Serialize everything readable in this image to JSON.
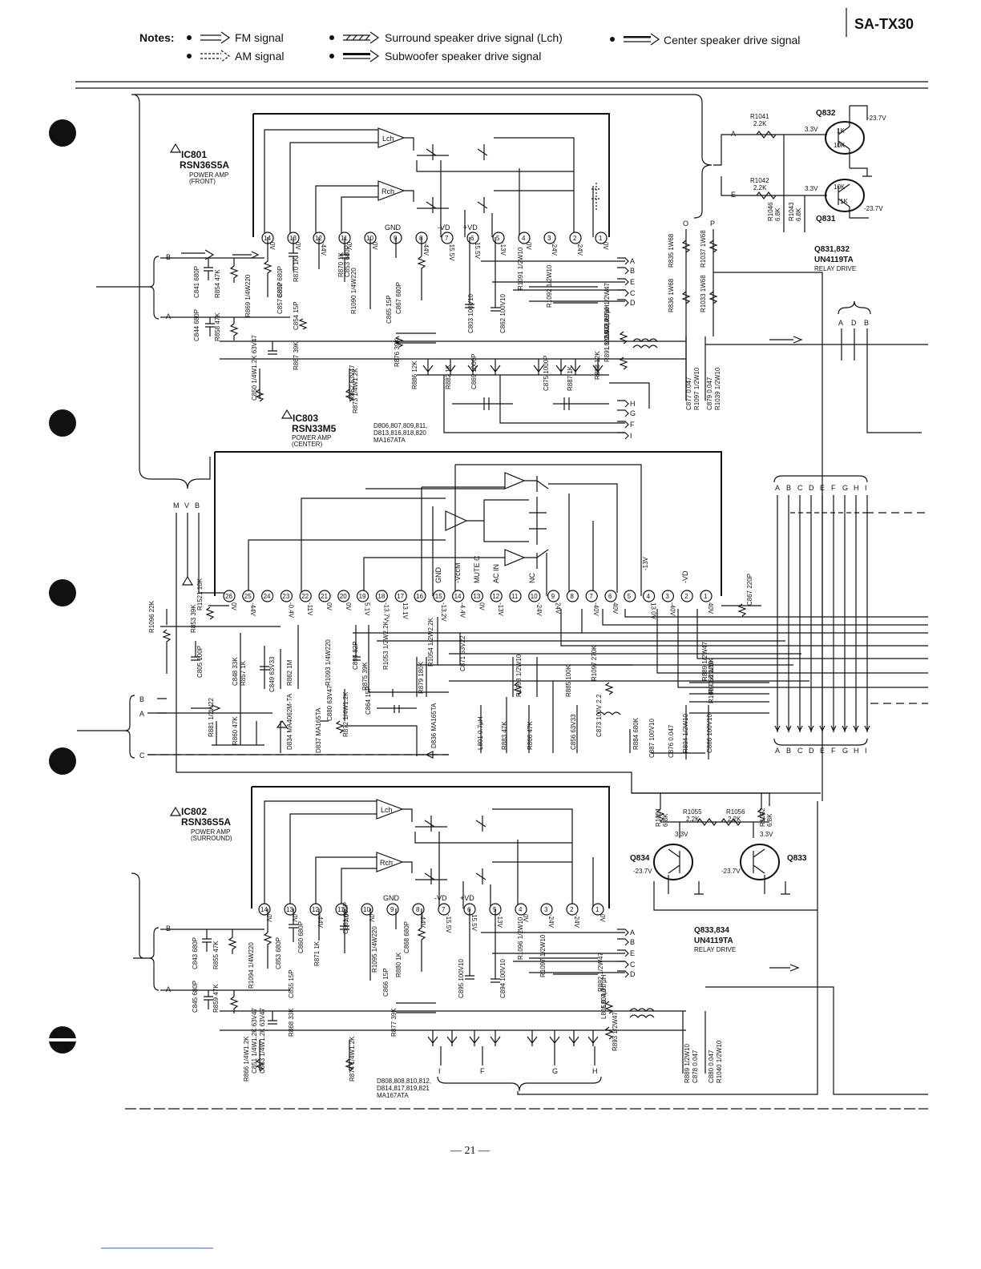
{
  "header": {
    "model": "SA-TX30",
    "notes_label": "Notes:",
    "legend": [
      "FM signal",
      "AM signal",
      "Surround speaker drive signal (Lch)",
      "Subwoofer speaker drive signal",
      "Center speaker drive signal"
    ]
  },
  "ics": [
    {
      "ref": "IC801",
      "part": "RSN36S5A",
      "role1": "POWER AMP",
      "role2": "(FRONT)"
    },
    {
      "ref": "IC803",
      "part": "RSN33M5",
      "role1": "POWER AMP",
      "role2": "(CENTER)"
    },
    {
      "ref": "IC802",
      "part": "RSN36S5A",
      "role1": "POWER AMP",
      "role2": "(SURROUND)"
    }
  ],
  "amp_labels": {
    "lch": "Lch",
    "rch": "Rch",
    "gnd": "GND",
    "vd_neg": "-VD",
    "vd_pos": "+VD"
  },
  "transistors": [
    {
      "ref": "Q832",
      "v": "-23.7V",
      "v2": "3.3V",
      "r1": "1K",
      "r2": "10K"
    },
    {
      "ref": "Q831",
      "v": "-23.7V",
      "v2": "3.3V",
      "r1": "10K",
      "r2": "1K"
    },
    {
      "ref": "Q834",
      "v": "-23.7V",
      "v2": "3.3V"
    },
    {
      "ref": "Q833",
      "v": "-23.7V",
      "v2": "3.3V"
    }
  ],
  "relay_notes": [
    {
      "title": "Q831,832",
      "part": "UN4119TA",
      "role": "RELAY DRIVE"
    },
    {
      "title": "Q833,834",
      "part": "UN4119TA",
      "role": "RELAY DRIVE"
    }
  ],
  "relay_resistors": {
    "top": [
      {
        "ref": "R1041",
        "val": "2.2K"
      },
      {
        "ref": "R1042",
        "val": "2.2K"
      },
      {
        "ref": "R1046",
        "val": "6.8K"
      },
      {
        "ref": "R1043",
        "val": "6.8K"
      }
    ],
    "bottom": [
      {
        "ref": "R1051",
        "val": "6.8K"
      },
      {
        "ref": "R1055",
        "val": "2.2K"
      },
      {
        "ref": "R1056",
        "val": "2.2K"
      },
      {
        "ref": "R1052",
        "val": "6.8K"
      }
    ]
  },
  "diode_notes": [
    [
      "D806,807,809,811,",
      "D813,816,818,820",
      "MA167ATA"
    ],
    [
      "D808,808,810,812,",
      "D814,817,819,821",
      "MA167ATA"
    ]
  ],
  "top_pins": [
    "14",
    "13",
    "12",
    "11",
    "10",
    "9",
    "8",
    "7",
    "6",
    "5",
    "4",
    "3",
    "2",
    "1"
  ],
  "center_pins": [
    "26",
    "25",
    "24",
    "23",
    "22",
    "21",
    "20",
    "19",
    "18",
    "17",
    "16",
    "15",
    "14",
    "13",
    "12",
    "11",
    "10",
    "9",
    "8",
    "7",
    "6",
    "5",
    "4",
    "3",
    "2",
    "1"
  ],
  "top_voltages": [
    "0V",
    "0V",
    "-44V",
    "0V",
    "0V",
    "",
    "-44V",
    "-15.5V",
    "15.5V",
    "-13V",
    "0V",
    "-24V",
    "-24V",
    "0V"
  ],
  "center_voltages": [
    "0V",
    "-44V",
    "",
    "-0.4V",
    "-11V",
    "0V",
    "0V",
    "5.1V",
    "-13.7V",
    "13.1V",
    "",
    "-13.2V",
    "-4.4V",
    "0V",
    "-13V",
    "",
    "-24V",
    "24V",
    "",
    "-40V",
    "40V",
    "",
    "13.0V",
    "-40V",
    "",
    "40V"
  ],
  "center_pin_labels": [
    "GND",
    "-VccM",
    "MUTE C",
    "AC IN",
    "NC",
    "-VD"
  ],
  "components": {
    "front": [
      "C841 680P",
      "R854 47K",
      "C852 680P",
      "R870 1K",
      "C853 680P",
      "R870 1K",
      "C857 680P",
      "R869 1/4W220",
      "R1090 1/4W220",
      "C867 680P",
      "C803 100V10",
      "C862 100V10",
      "C854 15P",
      "C865 15P",
      "R867 39K",
      "R876 39K",
      "C850 1/4W1.2K 63V47",
      "R862 63V47",
      "R873 1/4W1.2K",
      "C844 680P",
      "R858 47K"
    ],
    "front_right": [
      "R1091 1/2W10",
      "R1092 1/2W10",
      "R890 1/2W47",
      "L802 0.7μH",
      "L803 0.7μH",
      "R891 1/2W47",
      "R888 12K",
      "R886 12K",
      "R882 1K",
      "C869 1000P",
      "C875 1000P",
      "R887 1K",
      "C877 0.047",
      "R1097 1/2W10",
      "C879 0.047",
      "R1039 1/2W10"
    ],
    "right_stack": [
      "R835 1W68",
      "R1037 1W68",
      "R836 1W68",
      "R1033 1W68"
    ],
    "center": [
      "R1521 10K",
      "R1096 22K",
      "R853 39K",
      "C805 100P",
      "C848 33K",
      "R857 1K",
      "C849 63V33",
      "R862 1M",
      "C894 82P",
      "R1093 1/4W220",
      "R1053 1/2W2.2K",
      "R1054 1/2W2.2K",
      "C871 63V22",
      "R875 39K",
      "R879 180K",
      "C864 15P",
      "R872 1/4W1.2K",
      "C880 63V47",
      "D834 MA4062M-TA",
      "D836 MA165TA",
      "D837 MA165TA",
      "R881 1/2W22",
      "R860 47K",
      "C867 220P",
      "R1097 270K",
      "R889 1/2W47",
      "R1068 120K",
      "R1099 1/2W10",
      "R1098 1/2W10",
      "R885 100K",
      "C873 100V 2.2",
      "L801 0.7μH",
      "R883 47K",
      "R866 47K",
      "C856 63V33",
      "R884 680K",
      "R894 1/2W10",
      "C886 100V10",
      "C887 100V10",
      "C876 0.047"
    ],
    "surround": [
      "C843 680P",
      "R855 47K",
      "C853 680P",
      "C860 680P",
      "R871 1K",
      "C861 680P",
      "R1095 1/4W220",
      "R880 1K",
      "C868 680P",
      "R1094 1/4W220",
      "C855 15P",
      "C866 15P",
      "R868 33K",
      "R877 39K",
      "C851 1/4W1.2K 63V47",
      "C863 1/4W1.2K 63V47",
      "R866 1/4W1.2K",
      "R874 1/4W1.2K",
      "C845 680P",
      "R859 47K",
      "C895 100V10",
      "C894 100V10",
      "R1096 1/2W10",
      "R1097 1/2W10",
      "R892 1/2W47",
      "L804 0.7μH",
      "L805 0.7μH",
      "R893 1/2W47",
      "R889 1/2W10",
      "C878 0.047",
      "C880 0.047",
      "R1040 1/2W10"
    ]
  },
  "connectors": {
    "front_in": [
      "B",
      "A"
    ],
    "relay": [
      "A",
      "E"
    ],
    "op": [
      "O",
      "P"
    ],
    "out_top": [
      "A",
      "D",
      "B"
    ],
    "mvb": [
      "M",
      "V",
      "B"
    ],
    "bus": [
      "A",
      "B",
      "C",
      "D",
      "E",
      "F",
      "G",
      "H",
      "I"
    ],
    "center_in": [
      "B",
      "A",
      "C"
    ],
    "surround_in": [
      "B",
      "A"
    ],
    "side_front": [
      "A",
      "B",
      "E",
      "C",
      "D",
      "H",
      "G",
      "F",
      "I"
    ],
    "side_surround": [
      "A",
      "B",
      "E",
      "C",
      "D"
    ],
    "bottom_taps": [
      "I",
      "F",
      "G",
      "H"
    ]
  },
  "footer": {
    "page": "— 21 —"
  }
}
